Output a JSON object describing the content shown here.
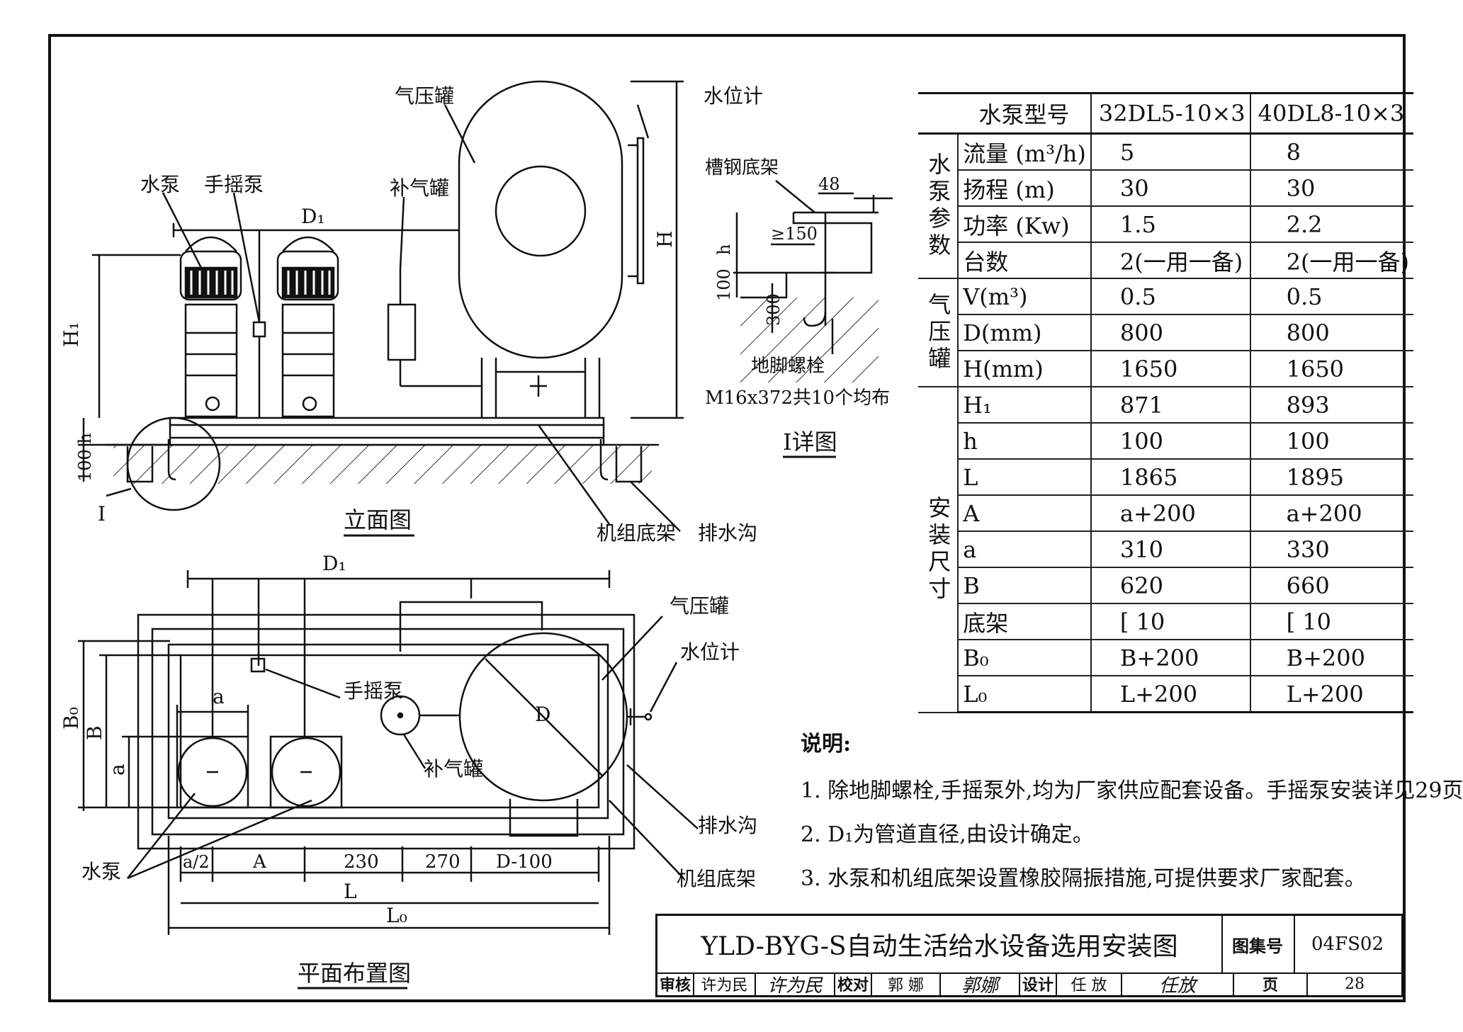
{
  "drawing": {
    "elevation": {
      "label_pressure_tank": "气压罐",
      "label_level_gauge": "水位计",
      "label_pump": "水泵",
      "label_hand_pump": "手摇泵",
      "label_air_tank": "补气罐",
      "dim_d1": "D₁",
      "dim_h1": "H₁",
      "dim_h": "H",
      "dim_100h": "100 h",
      "callout_i": "I",
      "label_unit_base": "机组底架",
      "label_drain": "排水沟",
      "title": "立面图"
    },
    "detail": {
      "label_channel_base": "槽钢底架",
      "dim_48": "48",
      "dim_150": "≥150",
      "dim_h": "h",
      "dim_100": "100",
      "dim_300": "300",
      "label_anchor_bolt": "地脚螺栓",
      "bolt_spec": "M16x372共10个均布",
      "title": "I详图"
    },
    "plan": {
      "dim_d1": "D₁",
      "label_pressure_tank": "气压罐",
      "label_level_gauge": "水位计",
      "label_hand_pump": "手摇泵",
      "label_air_tank": "补气罐",
      "label_drain": "排水沟",
      "label_unit_base": "机组底架",
      "label_pump": "水泵",
      "dim_d": "D",
      "dim_a": "a",
      "dim_b": "B",
      "dim_b0": "B₀",
      "dim_a_side": "a",
      "dim_a2": "a/2",
      "dim_A": "A",
      "dim_230": "230",
      "dim_270": "270",
      "dim_d100": "D-100",
      "dim_l": "L",
      "dim_l0": "L₀",
      "title": "平面布置图"
    }
  },
  "table": {
    "header": {
      "label": "水泵型号",
      "col1": "32DL5-10×3",
      "col2": "40DL8-10×3"
    },
    "groups": [
      {
        "name": "水泵参数",
        "rows": [
          {
            "label": "流量 (m³/h)",
            "v1": "5",
            "v2": "8"
          },
          {
            "label": "扬程 (m)",
            "v1": "30",
            "v2": "30"
          },
          {
            "label": "功率 (Kw)",
            "v1": "1.5",
            "v2": "2.2"
          },
          {
            "label": "台数",
            "v1": "2(一用一备)",
            "v2": "2(一用一备)"
          }
        ]
      },
      {
        "name": "气压罐",
        "rows": [
          {
            "label": "V(m³)",
            "v1": "0.5",
            "v2": "0.5"
          },
          {
            "label": "D(mm)",
            "v1": "800",
            "v2": "800"
          },
          {
            "label": "H(mm)",
            "v1": "1650",
            "v2": "1650"
          }
        ]
      },
      {
        "name": "安装尺寸",
        "rows": [
          {
            "label": "H₁",
            "v1": "871",
            "v2": "893"
          },
          {
            "label": "h",
            "v1": "100",
            "v2": "100"
          },
          {
            "label": "L",
            "v1": "1865",
            "v2": "1895"
          },
          {
            "label": "A",
            "v1": "a+200",
            "v2": "a+200"
          },
          {
            "label": "a",
            "v1": "310",
            "v2": "330"
          },
          {
            "label": "B",
            "v1": "620",
            "v2": "660"
          },
          {
            "label": "底架",
            "v1": "[ 10",
            "v2": "[ 10"
          },
          {
            "label": "B₀",
            "v1": "B+200",
            "v2": "B+200"
          },
          {
            "label": "L₀",
            "v1": "L+200",
            "v2": "L+200"
          }
        ]
      }
    ]
  },
  "notes": {
    "title": "说明:",
    "items": [
      "1. 除地脚螺栓,手摇泵外,均为厂家供应配套设备。手摇泵安装详见29页",
      "2. D₁为管道直径,由设计确定。",
      "3. 水泵和机组底架设置橡胶隔振措施,可提供要求厂家配套。"
    ]
  },
  "title_block": {
    "title": "YLD-BYG-S自动生活给水设备选用安装图",
    "atlas_label": "图集号",
    "atlas_no": "04FS02",
    "review_label": "审核",
    "reviewer": "许为民",
    "reviewer_sig": "许为民",
    "check_label": "校对",
    "checker": "郭 娜",
    "checker_sig": "郭娜",
    "design_label": "设计",
    "designer": "任 放",
    "designer_sig": "任放",
    "page_label": "页",
    "page_no": "28"
  }
}
